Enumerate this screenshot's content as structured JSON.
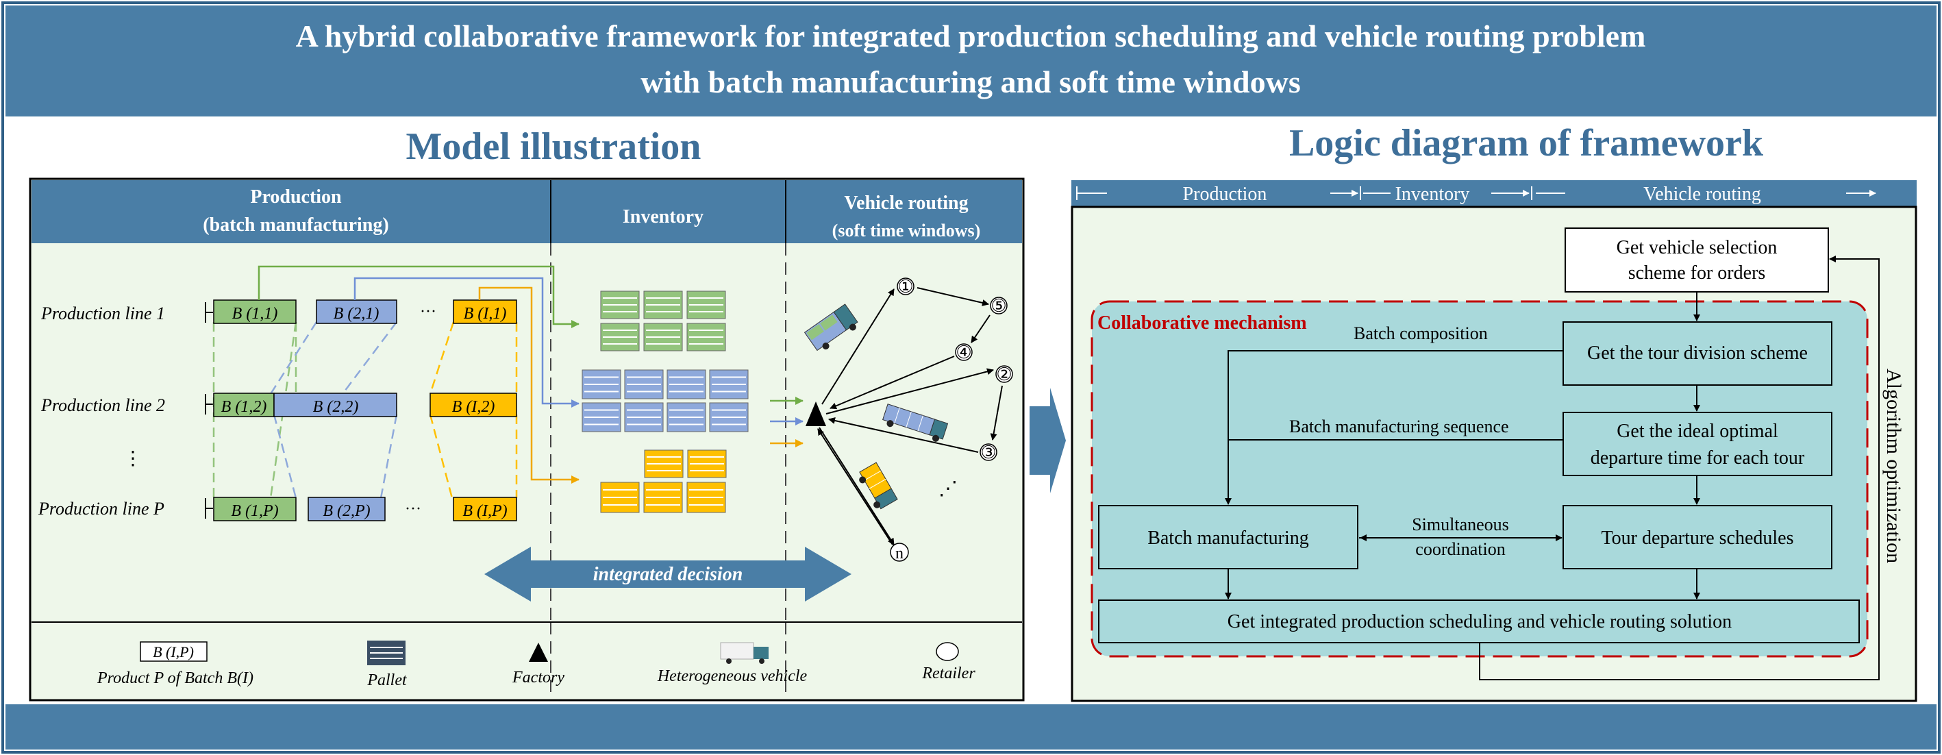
{
  "header": {
    "line1": "A hybrid collaborative framework for integrated production scheduling and vehicle routing problem",
    "line2": "with batch manufacturing and soft time windows"
  },
  "left": {
    "title": "Model illustration",
    "col_production": "Production",
    "col_production_sub": "(batch manufacturing)",
    "col_inventory": "Inventory",
    "col_routing": "Vehicle routing",
    "col_routing_sub": "(soft time windows)",
    "lines": [
      "Production line 1",
      "Production line 2",
      "Production line P"
    ],
    "vdots": "⋮",
    "ellipsis": "···",
    "batches_row1": [
      "B (1,1)",
      "B (2,1)",
      "B (I,1)"
    ],
    "batches_row2": [
      "B (1,2)",
      "B (2,2)",
      "B (I,2)"
    ],
    "batches_row3": [
      "B (1,P)",
      "B (2,P)",
      "B (I,P)"
    ],
    "nodes": [
      "①",
      "⑤",
      "④",
      "②",
      "③",
      "n"
    ],
    "node_ellipsis": "⋰",
    "integrated": "integrated decision",
    "legend": {
      "product_box": "B (I,P)",
      "product": "Product P of Batch B(I)",
      "pallet": "Pallet",
      "factory": "Factory",
      "vehicle": "Heterogeneous vehicle",
      "retailer": "Retailer"
    }
  },
  "right": {
    "title": "Logic diagram of framework",
    "band_production": "Production",
    "band_inventory": "Inventory",
    "band_routing": "Vehicle routing",
    "vehicle_sel_1": "Get vehicle selection",
    "vehicle_sel_2": "scheme for orders",
    "collab": "Collaborative mechanism",
    "batch_comp": "Batch composition",
    "tour_div": "Get the tour division scheme",
    "batch_seq": "Batch manufacturing sequence",
    "ideal_1": "Get the ideal optimal",
    "ideal_2": "departure time for each tour",
    "batch_mfg": "Batch manufacturing",
    "simul_1": "Simultaneous",
    "simul_2": "coordination",
    "tour_dep": "Tour departure schedules",
    "integrated_sol": "Get integrated production scheduling and vehicle routing solution",
    "algo": "Algorithm optimization"
  },
  "colors": {
    "banner": "#4a7ea6",
    "title_blue": "#3e6f99",
    "green": "#93c47d",
    "blue": "#8ea9db",
    "orange": "#ffc000",
    "panel_bg": "#eef7ea",
    "teal": "#a9d9db",
    "red": "#c00000"
  }
}
